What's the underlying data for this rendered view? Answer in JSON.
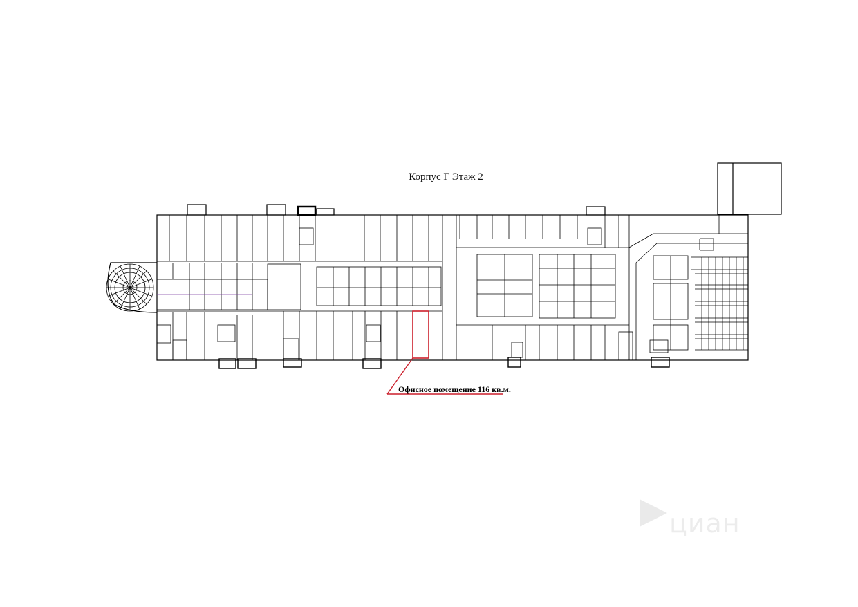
{
  "title": "Корпус Г Этаж 2",
  "callout": "Офисное помещение 116 кв.м.",
  "watermark": "циан",
  "colors": {
    "walls": "#000000",
    "highlight": "#cc1f2b",
    "accent_lines": "#7b3fa0",
    "background": "#ffffff"
  }
}
